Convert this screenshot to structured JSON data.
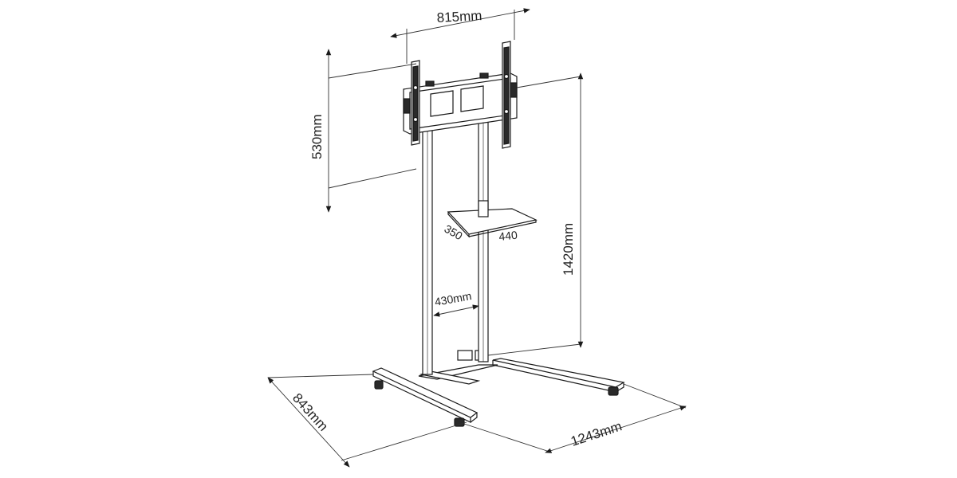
{
  "dimensions": {
    "mount_width": "815mm",
    "mount_height": "530mm",
    "total_height": "1420mm",
    "pillar_spacing": "430mm",
    "shelf_depth": "350",
    "shelf_width": "440",
    "base_depth": "843mm",
    "base_width": "1243mm"
  },
  "colors": {
    "line": "#1a1a1a",
    "dim_line": "#333333",
    "fill_dark": "#2a2a2a",
    "background": "#ffffff"
  }
}
